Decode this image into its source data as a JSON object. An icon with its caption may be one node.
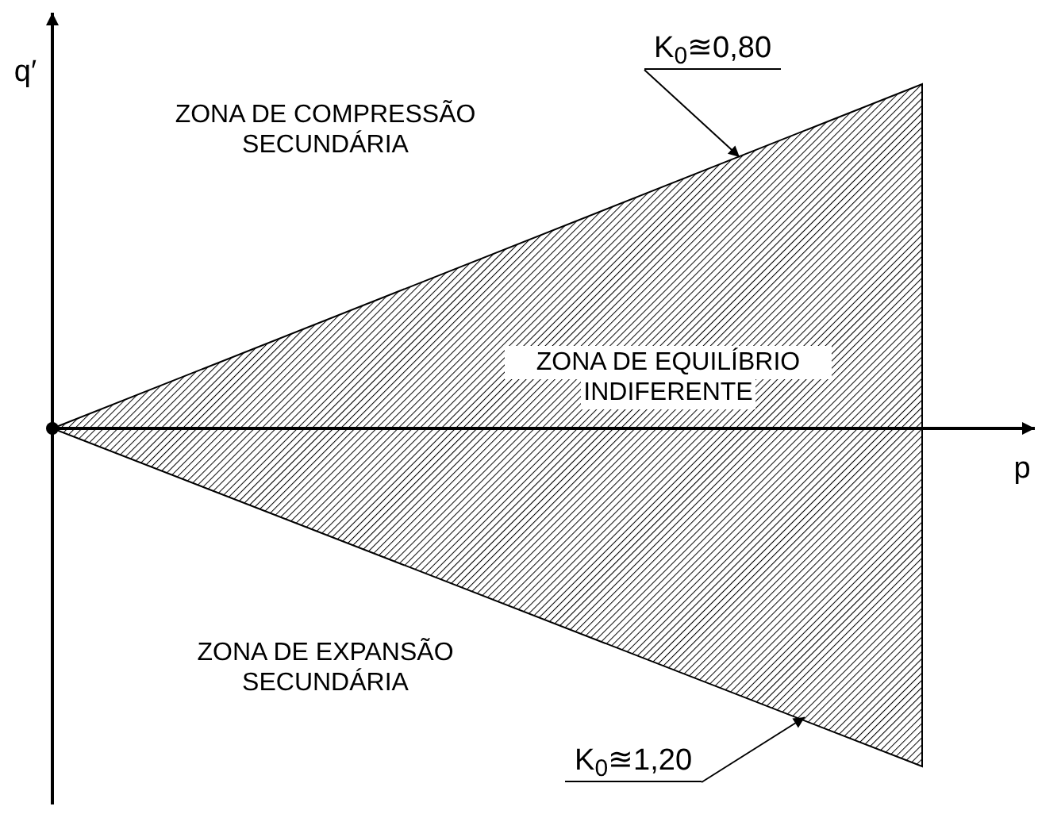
{
  "diagram": {
    "nodes": [
      {
        "text": [
          "K$_{0}$≊0,80"
        ]
      },
      {
        "text": [
          "K$_{0}$≊1,20"
        ]
      }
    ],
    "edges": [
      {
        "from": 0,
        "to": null,
        "arrow": "to"
      },
      {
        "from": 1,
        "to": null,
        "arrow": "to"
      }
    ],
    "labels": [
      "q′",
      "ZONA DE COMPRESSÃO SECUNDÁRIA",
      "ZONA DE EQUILÍBRIO INDIFERENTE",
      "p",
      "ZONA DE EXPANSÃO SECUNDÁRIA"
    ]
  }
}
